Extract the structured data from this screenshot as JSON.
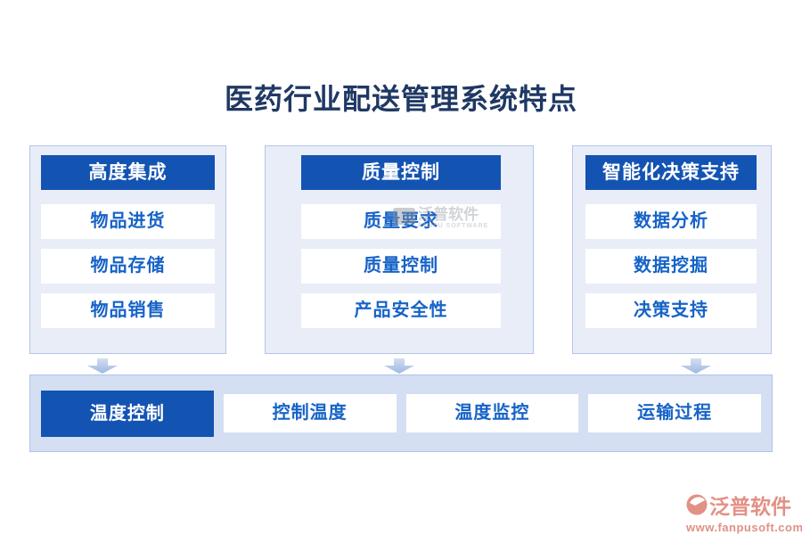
{
  "title": "医药行业配送管理系统特点",
  "colors": {
    "title_text": "#1F3864",
    "accent_blue": "#1353B2",
    "item_text_blue": "#1663C7",
    "panel_bg": "#E8EDF8",
    "panel_border": "#B2C5E9",
    "bottom_bar_bg": "#D5DFF3",
    "arrow_blue": "#A5BCE4",
    "watermark_salmon": "#E29185",
    "watermark_gray": "#9AA1AA"
  },
  "columns": [
    {
      "header": "高度集成",
      "items": [
        "物品进货",
        "物品存储",
        "物品销售"
      ]
    },
    {
      "header": "质量控制",
      "items": [
        "质量要求",
        "质量控制",
        "产品安全性"
      ]
    },
    {
      "header": "智能化决策支持",
      "items": [
        "数据分析",
        "数据挖掘",
        "决策支持"
      ]
    }
  ],
  "bottom_row": {
    "highlight": "温度控制",
    "items": [
      "控制温度",
      "温度监控",
      "运输过程"
    ]
  },
  "watermark_center": {
    "brand": "泛普软件",
    "subtext": "FANPU SOFTWARE"
  },
  "watermark_footer": {
    "brand": "泛普软件",
    "url": "www.fanpusoft.com"
  }
}
